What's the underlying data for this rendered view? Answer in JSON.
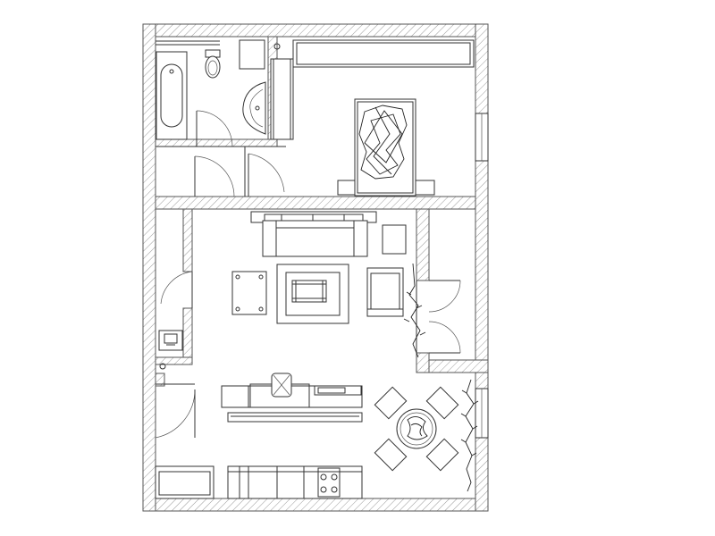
{
  "plan": {
    "background": "#ffffff",
    "line_color": "#333333",
    "hatch_color": "#9a9a9a",
    "rooms": [
      "bathroom",
      "bedroom",
      "hallway",
      "living-room",
      "dining",
      "kitchen",
      "balcony"
    ],
    "furniture": [
      {
        "name": "bathtub",
        "room": "bathroom"
      },
      {
        "name": "toilet",
        "room": "bathroom"
      },
      {
        "name": "washbasin",
        "room": "bathroom"
      },
      {
        "name": "wardrobe",
        "room": "bedroom"
      },
      {
        "name": "double-bed",
        "room": "bedroom"
      },
      {
        "name": "sofa",
        "room": "living-room"
      },
      {
        "name": "coffee-table",
        "room": "living-room"
      },
      {
        "name": "armchair",
        "room": "living-room"
      },
      {
        "name": "side-table",
        "room": "living-room"
      },
      {
        "name": "round-dining-table",
        "room": "dining"
      },
      {
        "name": "kitchen-counter",
        "room": "kitchen"
      },
      {
        "name": "kitchen-island",
        "room": "kitchen"
      }
    ]
  }
}
